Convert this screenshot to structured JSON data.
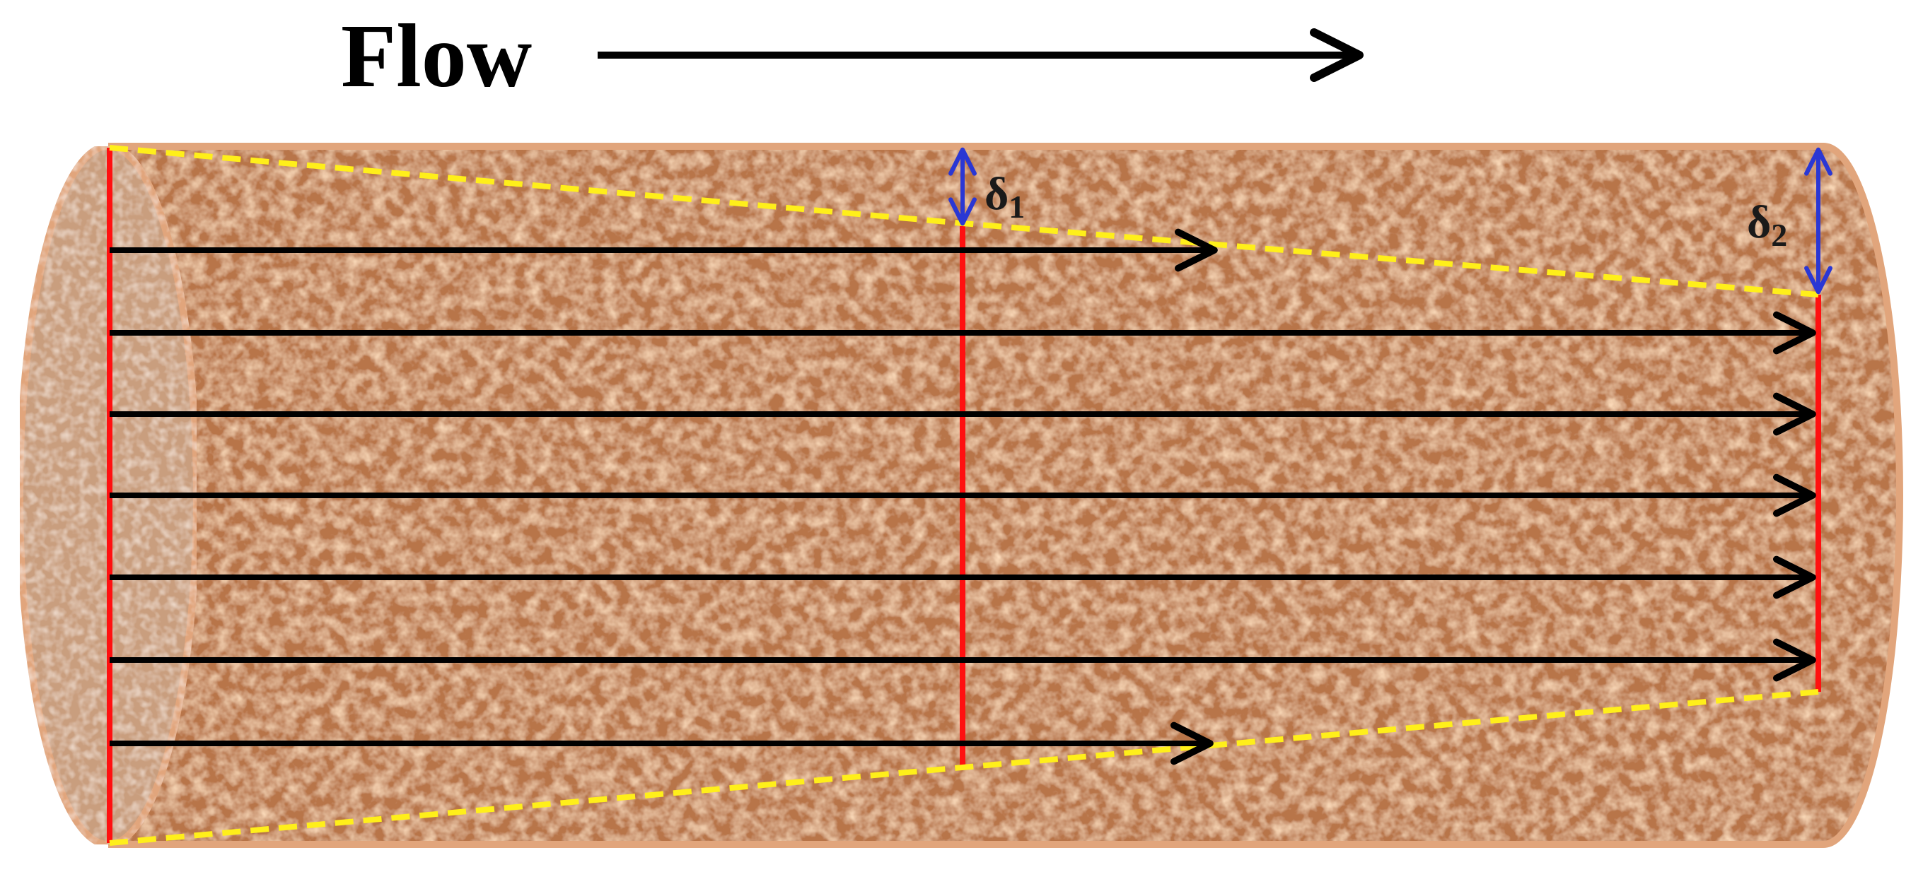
{
  "title": "Flow",
  "labels": {
    "delta1": {
      "symbol": "δ",
      "subscript": "1"
    },
    "delta2": {
      "symbol": "δ",
      "subscript": "2"
    }
  },
  "colors": {
    "core_face": "#c99e7e",
    "core_body": "#b8744a",
    "core_edge": "#e1a57c",
    "front_line": "#ff1010",
    "boundary": "#ffef1a",
    "thickness_arrow": "#2a37d4",
    "streamline": "#000000"
  },
  "icons": {
    "flow_arrow": "right-arrow-icon",
    "streamline": "right-arrow-icon",
    "thickness": "double-headed-arrow-icon"
  }
}
